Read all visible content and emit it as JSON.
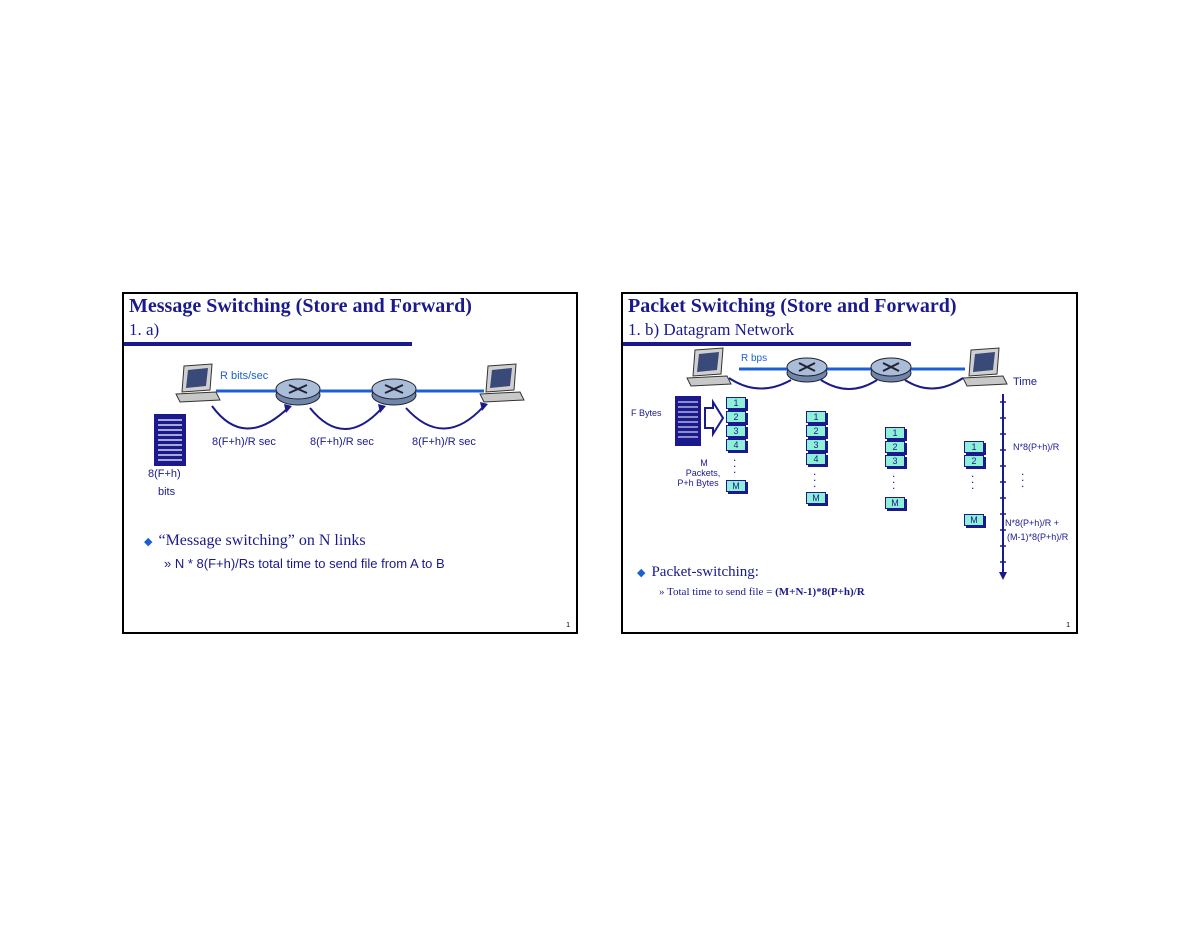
{
  "left": {
    "title": "Message Switching (Store and Forward)",
    "subtitle": "1. a)",
    "rate_label": "R bits/sec",
    "hop_labels": [
      "8(F+h)/R sec",
      "8(F+h)/R sec",
      "8(F+h)/R sec"
    ],
    "file_label_line1": "8(F+h)",
    "file_label_line2": "bits",
    "bullet": "“Message switching” on N links",
    "subbullet": "» N * 8(F+h)/Rs total time to send file from  A  to  B",
    "page_number": "1"
  },
  "right": {
    "title": "Packet Switching (Store and Forward)",
    "subtitle": "1. b) Datagram Network",
    "rate_label": "R bps",
    "file_label": "F Bytes",
    "packets_label_line1": "M",
    "packets_label_line2": "Packets,",
    "packets_label_line3": "P+h Bytes",
    "time_label": "Time",
    "time_mark1": "N*8(P+h)/R",
    "time_mark2_line1": "N*8(P+h)/R +",
    "time_mark2_line2": "(M-1)*8(P+h)/R",
    "packet_labels": [
      "1",
      "2",
      "3",
      "4",
      "M"
    ],
    "bullet": "Packet-switching:",
    "subbullet_prefix": "»  Total time to send file = ",
    "subbullet_formula": "(M+N-1)*8(P+h)/R",
    "page_number": "1"
  }
}
